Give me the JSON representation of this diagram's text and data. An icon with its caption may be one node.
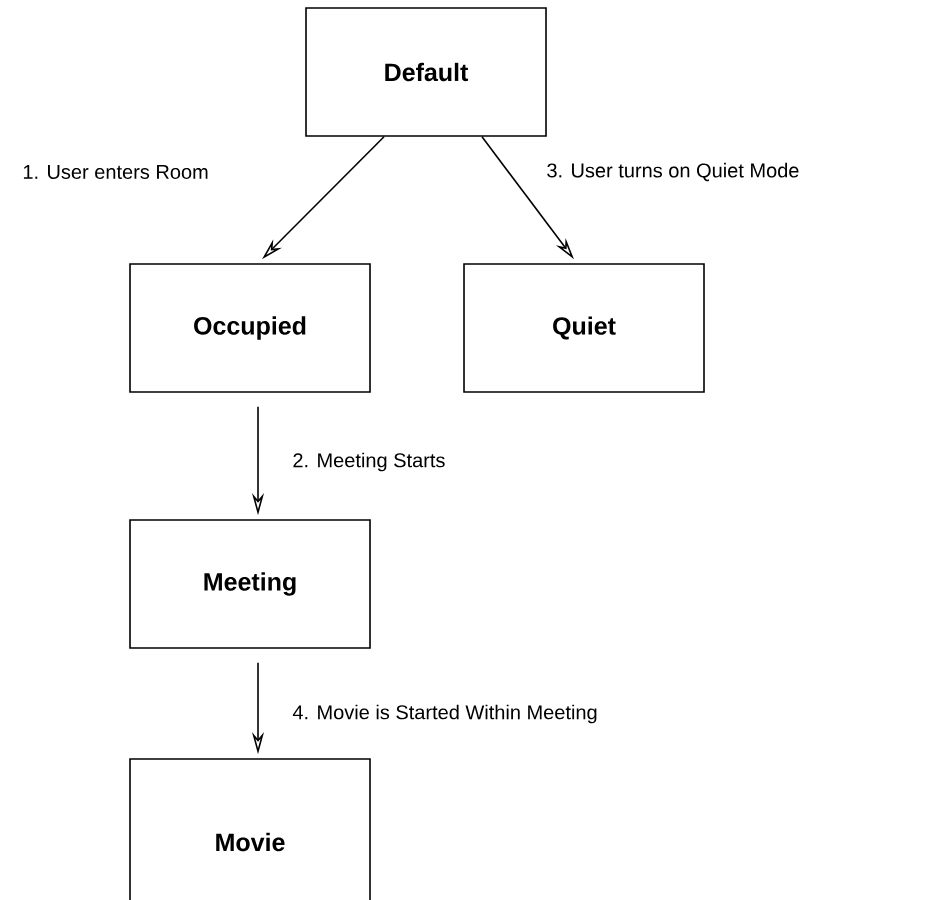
{
  "diagram": {
    "nodes": [
      {
        "text": [
          "Default"
        ]
      },
      {
        "text": [
          "Occupied"
        ]
      },
      {
        "text": [
          "Quiet"
        ]
      },
      {
        "text": [
          "Meeting"
        ]
      },
      {
        "text": [
          "Movie"
        ]
      }
    ],
    "edges": [
      {
        "from": 0,
        "to": 1,
        "arrow": "to",
        "label": "1. User enters Room"
      },
      {
        "from": 1,
        "to": 3,
        "arrow": "to",
        "label": "2. Meeting Starts"
      },
      {
        "from": 0,
        "to": 2,
        "arrow": "to",
        "label": "3. User turns on Quiet Mode"
      },
      {
        "from": 3,
        "to": 4,
        "arrow": "to",
        "label": "4. Movie is Started Within Meeting"
      }
    ]
  }
}
